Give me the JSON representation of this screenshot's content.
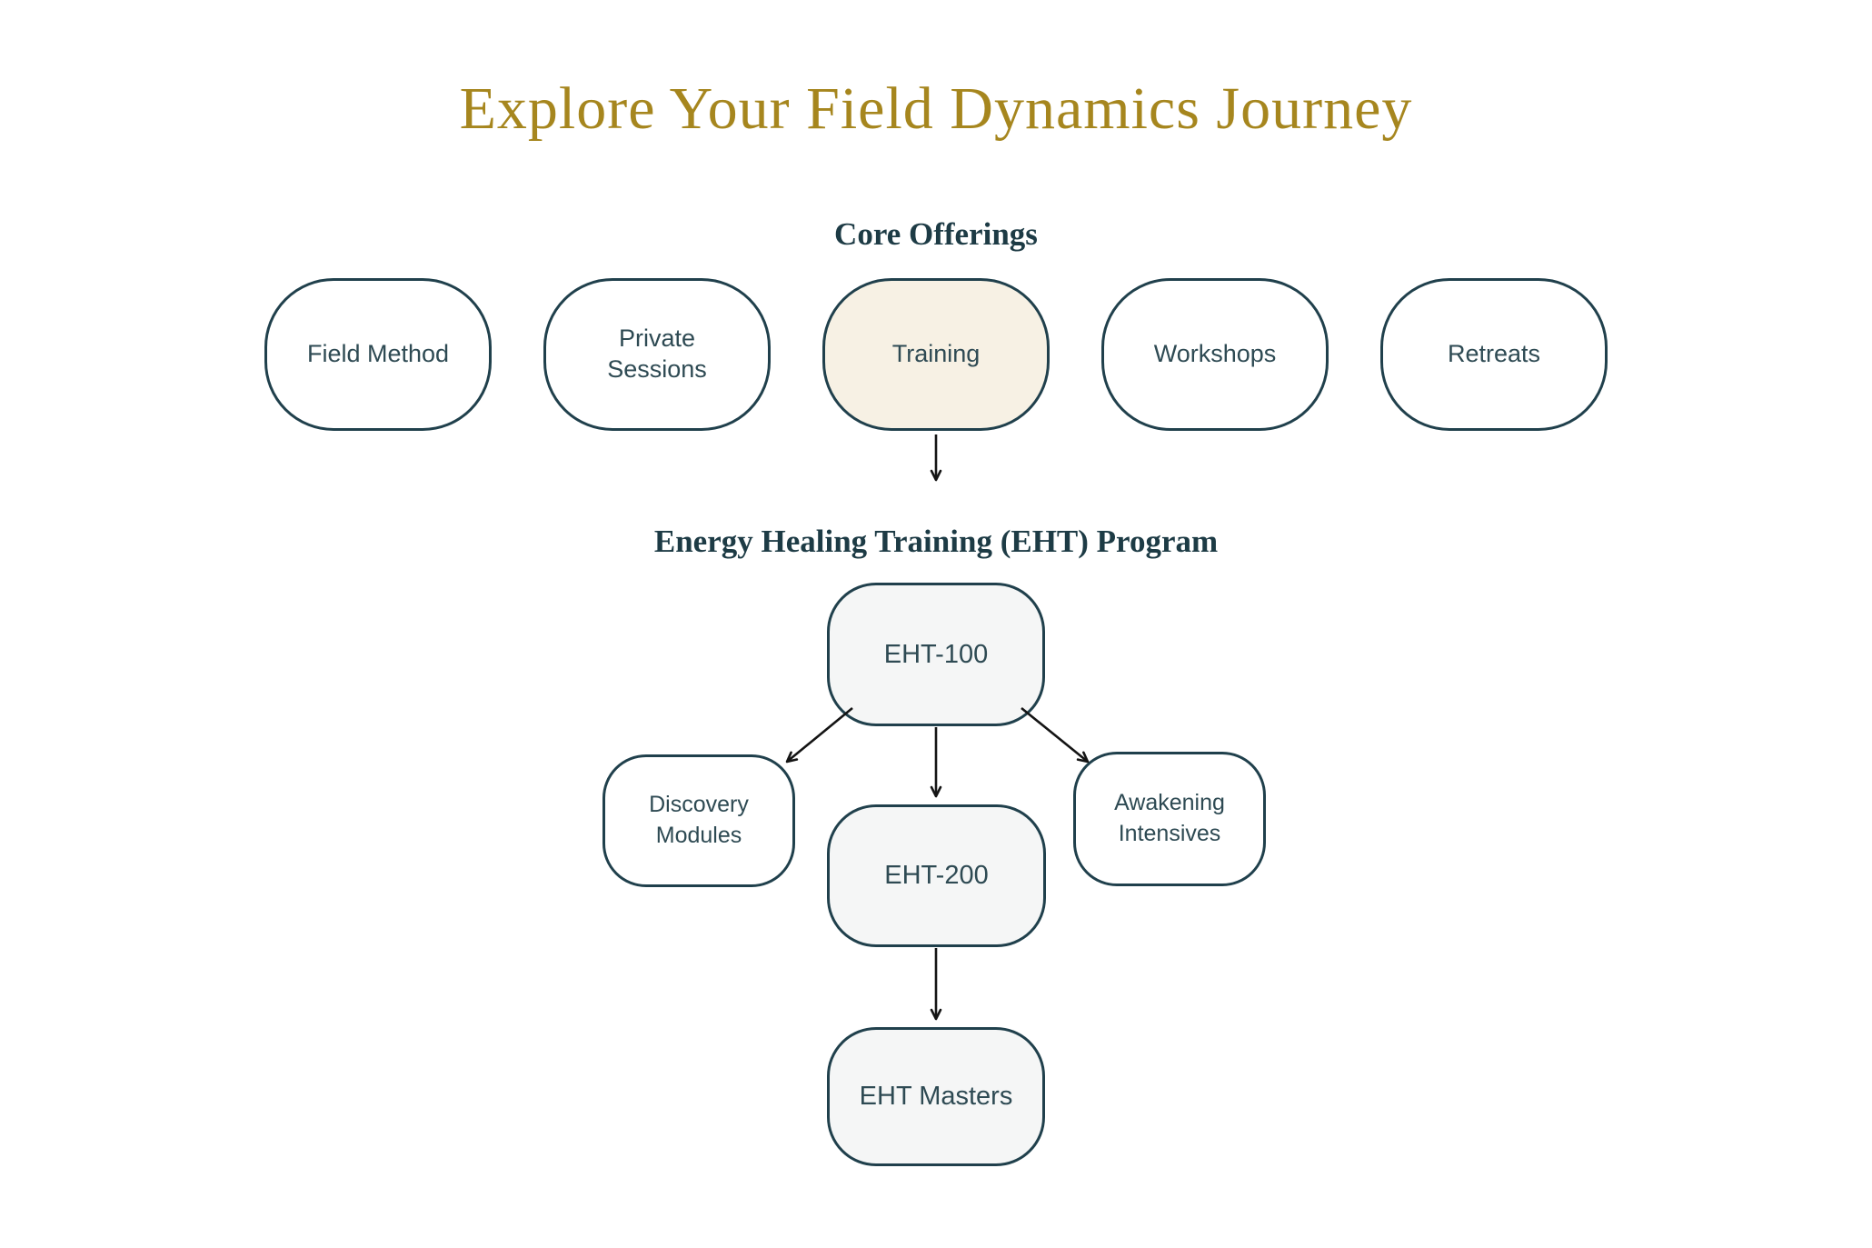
{
  "page": {
    "title": "Explore Your Field Dynamics Journey"
  },
  "core_offerings": {
    "heading": "Core Offerings",
    "items": [
      {
        "label": "Field Method",
        "highlighted": false
      },
      {
        "label": "Private Sessions",
        "highlighted": false
      },
      {
        "label": "Training",
        "highlighted": true
      },
      {
        "label": "Workshops",
        "highlighted": false
      },
      {
        "label": "Retreats",
        "highlighted": false
      }
    ]
  },
  "eht_program": {
    "heading": "Energy Healing Training (EHT) Program",
    "nodes": {
      "eht100": {
        "label": "EHT-100"
      },
      "discovery": {
        "label": "Discovery Modules"
      },
      "eht200": {
        "label": "EHT-200"
      },
      "awakening": {
        "label": "Awakening Intensives"
      },
      "masters": {
        "label": "EHT Masters"
      }
    },
    "connections": [
      {
        "from": "Training",
        "to": "EHT-100"
      },
      {
        "from": "EHT-100",
        "to": "Discovery Modules"
      },
      {
        "from": "EHT-100",
        "to": "EHT-200"
      },
      {
        "from": "EHT-100",
        "to": "Awakening Intensives"
      },
      {
        "from": "EHT-200",
        "to": "EHT Masters"
      }
    ]
  },
  "colors": {
    "title_gold": "#A6861E",
    "heading_teal": "#1D3B45",
    "node_text": "#2E4A53",
    "node_border": "#20404C",
    "highlight_fill": "#F7F1E4",
    "stage_fill": "#F5F6F6",
    "arrow": "#141414",
    "background": "#FFFFFF"
  }
}
